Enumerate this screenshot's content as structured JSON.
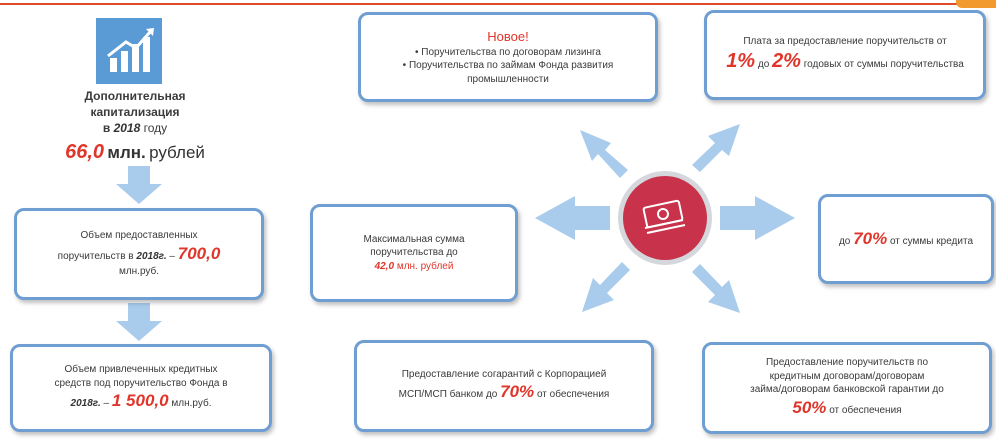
{
  "capital": {
    "line1": "Дополнительная",
    "line2": "капитализация",
    "year_prefix": "в",
    "year": "2018",
    "year_suffix": "году",
    "amount": "66,0",
    "amount_unit": "млн.",
    "amount_rest": "рублей"
  },
  "box_volume": {
    "line1": "Объем предоставленных",
    "line2_a": "поручительств в",
    "year": "2018г.",
    "dash": "–",
    "amount": "700,0",
    "unit": "млн.руб."
  },
  "box_attracted": {
    "line1": "Объем привлеченных кредитных",
    "line2": "средств под поручительство Фонда в",
    "year": "2018г.",
    "dash": "–",
    "amount": "1 500,0",
    "unit": "млн.руб."
  },
  "box_new": {
    "title": "Новое!",
    "item1": "• Поручительства по договорам лизинга",
    "item2": "• Поручительства по займам Фонда развития промышленности"
  },
  "box_fee": {
    "text1": "Плата за предоставление поручительств от",
    "pct1": "1%",
    "mid": "до",
    "pct2": "2%",
    "text2": "годовых от суммы поручительства"
  },
  "box_max": {
    "line1": "Максимальная сумма",
    "line2": "поручительства до",
    "amount": "42,0",
    "unit": "млн. рублей"
  },
  "box_share": {
    "prefix": "до",
    "pct": "70%",
    "text": "от суммы кредита"
  },
  "box_corp": {
    "line1": "Предоставление согарантий с Корпорацией",
    "line2": "МСП/МСП банком до",
    "pct": "70%",
    "suffix": "от обеспечения"
  },
  "box_guarantee": {
    "line1": "Предоставление поручительств по",
    "line2": "кредитным договорам/договорам",
    "line3": "займа/договорам банковской гарантии до",
    "pct": "50%",
    "suffix": "от обеспечения"
  },
  "colors": {
    "accent_red": "#e0352a",
    "box_border": "#6f9ed3",
    "arrow": "#9ec3e8",
    "center_circle": "#c8324a",
    "icon_bg": "#5b9bd5"
  },
  "icons": {
    "growth": "growth-chart-icon",
    "money": "money-stack-icon"
  }
}
